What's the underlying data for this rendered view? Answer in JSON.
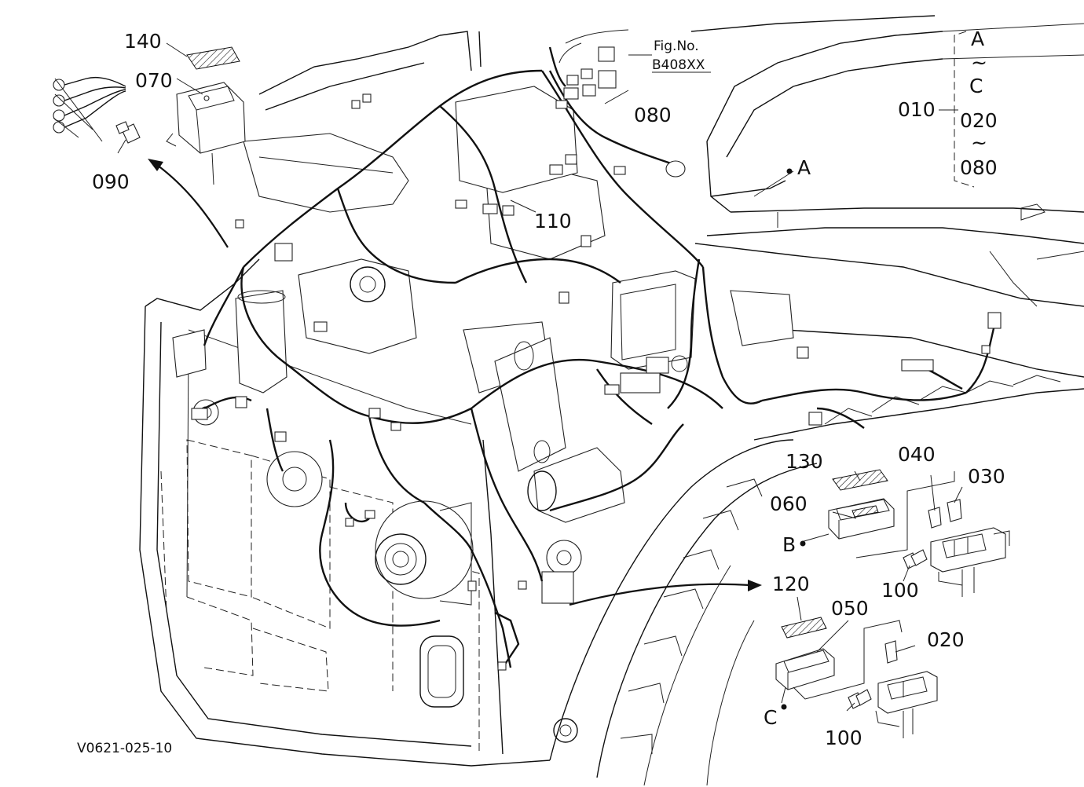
{
  "figure": {
    "fig_no_label": "Fig.No.",
    "fig_no_value": "B408XX",
    "drawing_code": "V0621-025-10"
  },
  "callouts": {
    "p010": "010",
    "p020": "020",
    "p020b": "020",
    "p030": "030",
    "p040": "040",
    "p050": "050",
    "p060": "060",
    "p070": "070",
    "p080": "080",
    "p080b": "080",
    "p090": "090",
    "p100a": "100",
    "p100b": "100",
    "p110": "110",
    "p120": "120",
    "p130": "130",
    "p140": "140"
  },
  "references": {
    "A": "A",
    "A_range": "A",
    "B": "B",
    "C": "C",
    "C_range": "C",
    "tilde": "~",
    "tilde2": "~",
    "dot": "•"
  }
}
